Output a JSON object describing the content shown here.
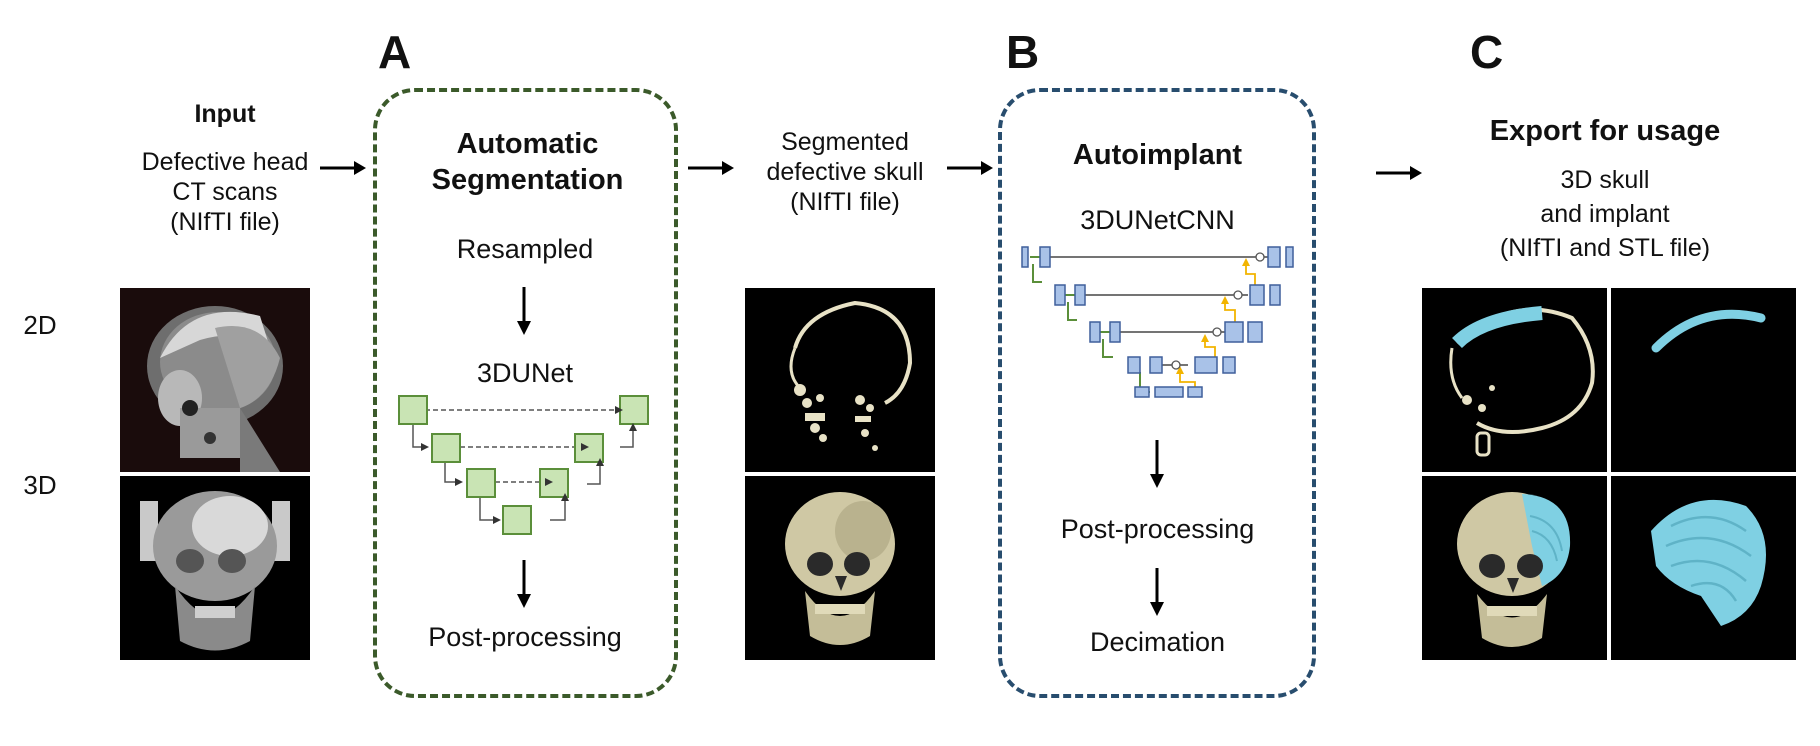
{
  "panels": {
    "a": {
      "letter": "A",
      "title": "Automatic Segmentation",
      "step1": "Resampled",
      "network": "3DUNet",
      "step2": "Post-processing",
      "border_color": "#3b5a2a"
    },
    "b": {
      "letter": "B",
      "title": "Autoimplant",
      "network": "3DUNetCNN",
      "step1": "Post-processing",
      "step2": "Decimation",
      "border_color": "#284d6e"
    },
    "c": {
      "letter": "C",
      "title": "Export for usage",
      "line1": "3D skull",
      "line2": "and implant",
      "line3": "(NIfTI and STL file)"
    }
  },
  "input": {
    "title": "Input",
    "line1": "Defective head",
    "line2": "CT scans",
    "line3": "(NIfTI file)"
  },
  "segmented": {
    "line1": "Segmented",
    "line2": "defective skull",
    "line3": "(NIfTI file)"
  },
  "row_labels": {
    "two_d": "2D",
    "three_d": "3D"
  },
  "colors": {
    "unet_green_fill": "#c9e4b4",
    "unet_green_stroke": "#5b8f3a",
    "cnn_blue_fill": "#a9c2e8",
    "cnn_blue_stroke": "#3f5f9b",
    "skip_yellow": "#f2b400",
    "implant_cyan": "#7fd0e3",
    "bone": "#e8e2c6"
  }
}
